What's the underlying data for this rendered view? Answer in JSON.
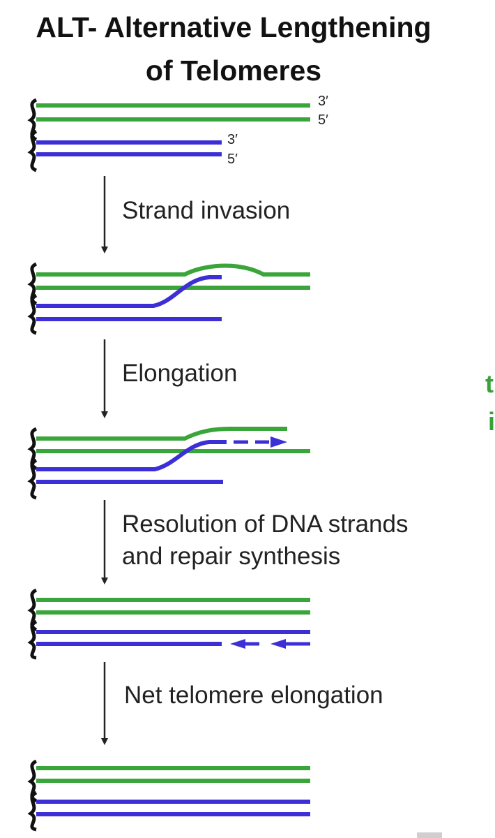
{
  "title": {
    "line1": "ALT- Alternative Lengthening",
    "line2": "of Telomeres"
  },
  "strand_labels": {
    "three_prime": "3′",
    "five_prime": "5′"
  },
  "steps": {
    "step1": "Strand invasion",
    "step2": "Elongation",
    "step3_line1": "Resolution of DNA strands",
    "step3_line2": "and repair synthesis",
    "step4": "Net telomere elongation"
  },
  "cropped_side_text": {
    "line1": "t",
    "line2": "i"
  },
  "colors": {
    "green_strand": "#3aa53a",
    "blue_strand": "#3d2fd6",
    "bracket": "#111111",
    "arrow": "#222222"
  }
}
